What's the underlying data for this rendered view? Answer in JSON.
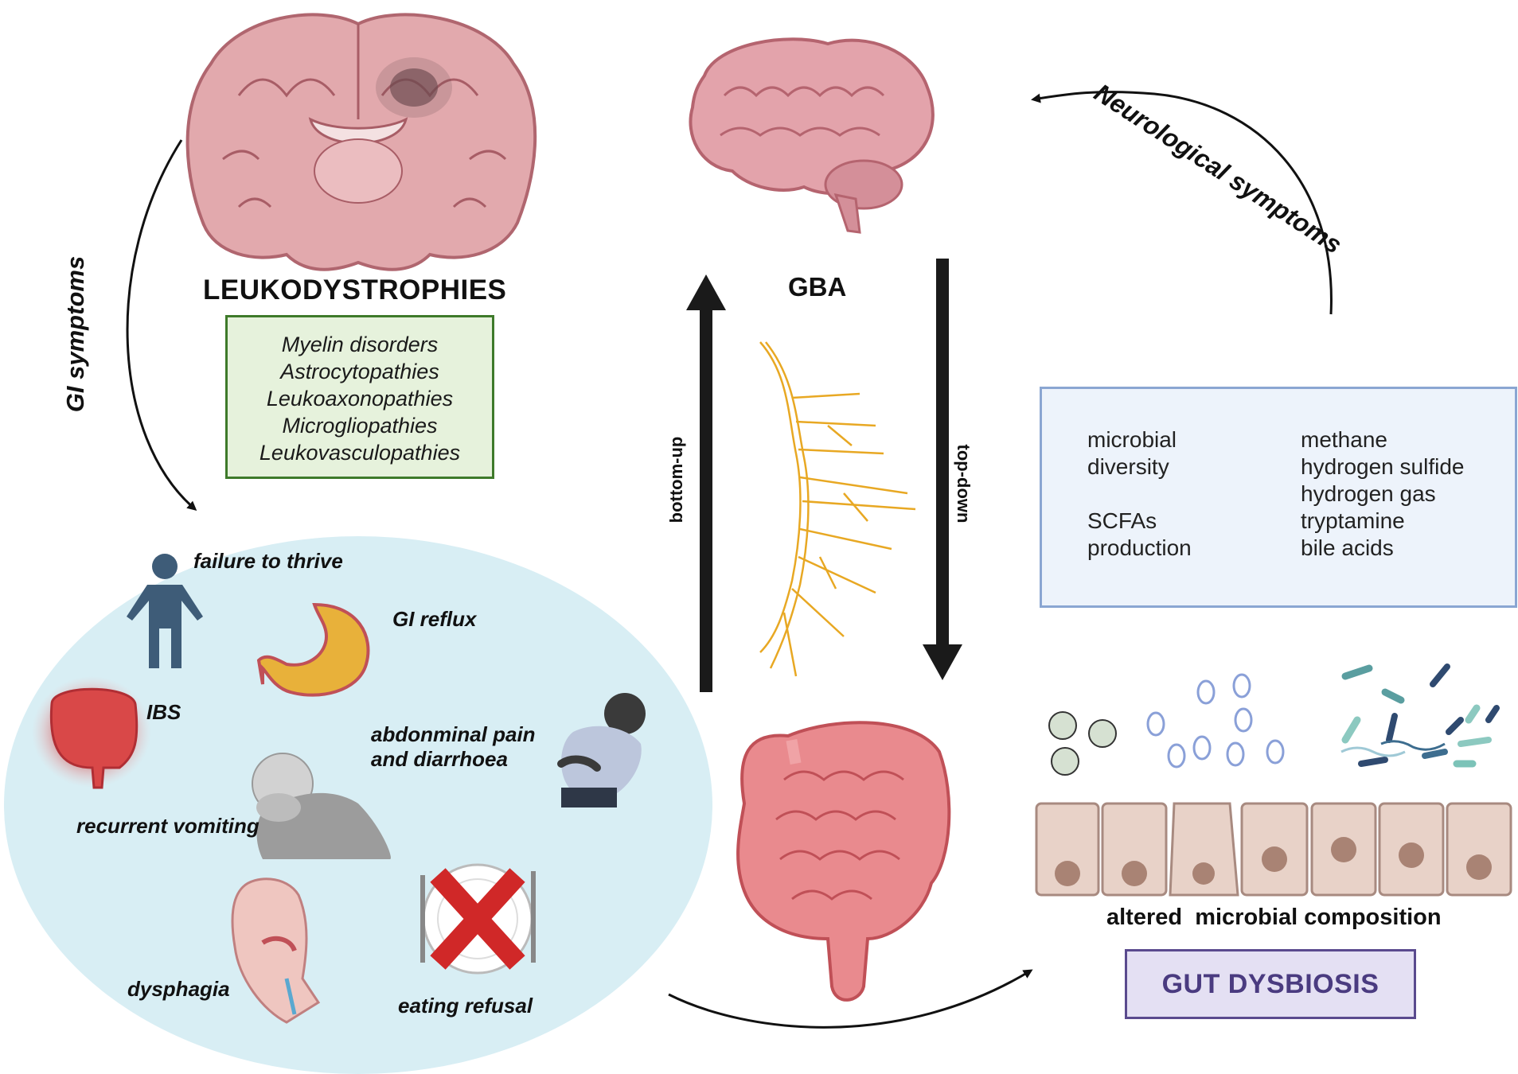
{
  "leukodystrophies": {
    "title": "LEUKODYSTROPHIES",
    "disorders": [
      "Myelin disorders",
      "Astrocytopathies",
      "Leukoaxonopathies",
      "Microgliopathies",
      "Leukovasculopathies"
    ]
  },
  "gba": {
    "label": "GBA",
    "bottom_up": "bottom-up",
    "top_down": "top-down"
  },
  "cycle_labels": {
    "gi_symptoms": "GI symptoms",
    "neurological_symptoms": "Neurological symptoms"
  },
  "gi_symptom_list": {
    "failure_to_thrive": "failure to thrive",
    "gi_reflux": "GI reflux",
    "ibs": "IBS",
    "abdominal_pain_line1": "abdonminal pain",
    "abdominal_pain_line2": "and diarrhoea",
    "recurrent_vomiting": "recurrent vomiting",
    "dysphagia": "dysphagia",
    "eating_refusal": "eating refusal"
  },
  "microbiome_changes": {
    "decreased": [
      "microbial",
      "diversity",
      "SCFAs",
      "production"
    ],
    "increased": [
      "methane",
      "hydrogen sulfide",
      "hydrogen gas",
      "tryptamine",
      "bile acids"
    ]
  },
  "gut": {
    "composition_label": "altered  microbial composition",
    "dysbiosis_label": "GUT DYSBIOSIS"
  },
  "colors": {
    "disorder_box_border": "#3e7a2a",
    "disorder_box_fill": "#e6f2dc",
    "symptom_area_fill": "#d8eef4",
    "effects_box_border": "#8aa6d2",
    "dysbiosis_border": "#5a4a8e",
    "dysbiosis_fill": "#e4e0f3",
    "nerve": "#e8a823"
  }
}
